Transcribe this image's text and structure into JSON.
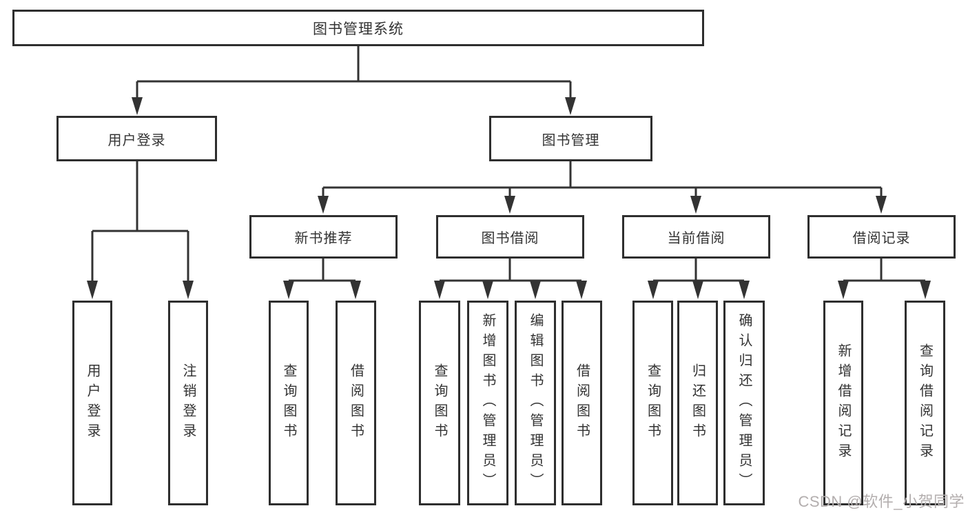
{
  "diagram": {
    "title": "library-management-system-structure",
    "root": {
      "label": "图书管理系统"
    },
    "level2": [
      {
        "label": "用户登录"
      },
      {
        "label": "图书管理"
      }
    ],
    "level3": [
      {
        "label": "新书推荐"
      },
      {
        "label": "图书借阅"
      },
      {
        "label": "当前借阅"
      },
      {
        "label": "借阅记录"
      }
    ],
    "level4": [
      {
        "label": "用户登录",
        "parent": "用户登录"
      },
      {
        "label": "注销登录",
        "parent": "用户登录"
      },
      {
        "label": "查询图书",
        "parent": "新书推荐"
      },
      {
        "label": "借阅图书",
        "parent": "新书推荐"
      },
      {
        "label": "查询图书",
        "parent": "图书借阅"
      },
      {
        "label": "新增图书（管理员）",
        "parent": "图书借阅"
      },
      {
        "label": "编辑图书（管理员）",
        "parent": "图书借阅"
      },
      {
        "label": "借阅图书",
        "parent": "图书借阅"
      },
      {
        "label": "查询图书",
        "parent": "当前借阅"
      },
      {
        "label": "归还图书",
        "parent": "当前借阅"
      },
      {
        "label": "确认归还（管理员）",
        "parent": "当前借阅"
      },
      {
        "label": "新增借阅记录",
        "parent": "借阅记录"
      },
      {
        "label": "查询借阅记录",
        "parent": "借阅记录"
      }
    ]
  },
  "watermark": {
    "text": "CSDN @软件_小贺同学"
  },
  "colors": {
    "line": "#333333",
    "border": "#2e2e2e",
    "text": "#333333",
    "watermark": "#b3aeae",
    "background": "#ffffff"
  }
}
